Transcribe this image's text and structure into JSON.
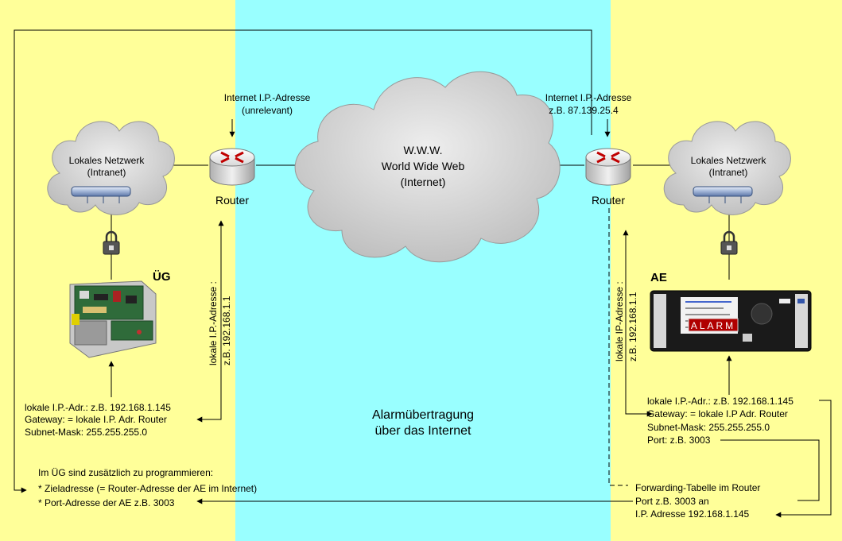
{
  "colors": {
    "left_zone": "#ffff99",
    "middle_zone": "#99ffff",
    "right_zone": "#ffff99",
    "cloud": "#cfcfcf",
    "line": "#000000"
  },
  "left": {
    "internet_ip_label": "Internet I.P.-Adresse",
    "internet_ip_note": "(unrelevant)",
    "lan_title": "Lokales Netzwerk",
    "lan_sub": "(Intranet)",
    "router_label": "Router",
    "device_label": "ÜG",
    "local_ip_vertical_1": "lokale I.P.-Adresse :",
    "local_ip_vertical_2": "z.B. 192.168.1.1",
    "config_lines": [
      "lokale I.P.-Adr.: z.B. 192.168.1.145",
      "Gateway: = lokale I.P. Adr. Router",
      "Subnet-Mask: 255.255.255.0"
    ],
    "program_lines": [
      "Im ÜG sind zusätzlich zu programmieren:",
      "* Zieladresse  (= Router-Adresse der AE im Internet)",
      "* Port-Adresse der AE z.B. 3003"
    ]
  },
  "center": {
    "www_line1": "W.W.W.",
    "www_line2": "World Wide Web",
    "www_line3": "(Internet)",
    "caption_line1": "Alarmübertragung",
    "caption_line2": "über das Internet"
  },
  "right": {
    "internet_ip_label": "Internet I.P.-Adresse",
    "internet_ip_value": "z.B. 87.139.25.4",
    "lan_title": "Lokales Netzwerk",
    "lan_sub": "(Intranet)",
    "router_label": "Router",
    "device_label": "AE",
    "alarm_display": "ALARM",
    "local_ip_vertical_1": "lokale IP-Adresse :",
    "local_ip_vertical_2": "z.B. 192.168.1.1",
    "config_lines": [
      "lokale I.P.-Adr.: z.B. 192.168.1.145",
      "Gateway: = lokale I.P Adr. Router",
      "Subnet-Mask: 255.255.255.0",
      "Port: z.B. 3003"
    ],
    "forwarding_lines": [
      "Forwarding-Tabelle im Router",
      "Port z.B. 3003 an",
      "I.P. Adresse 192.168.1.145"
    ]
  }
}
